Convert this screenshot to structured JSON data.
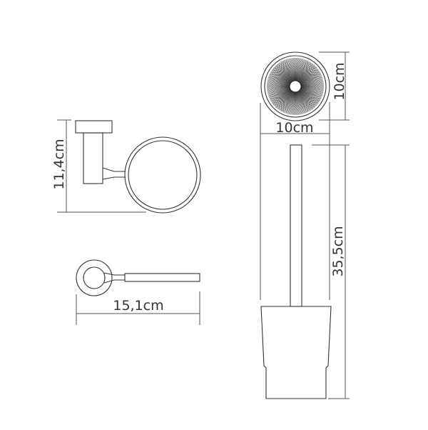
{
  "dimensions": {
    "holder_height": "11,4cm",
    "holder_width": "15,1cm",
    "cup_diameter_depth": "10cm",
    "cup_diameter_width": "10cm",
    "total_height": "35,5cm"
  }
}
